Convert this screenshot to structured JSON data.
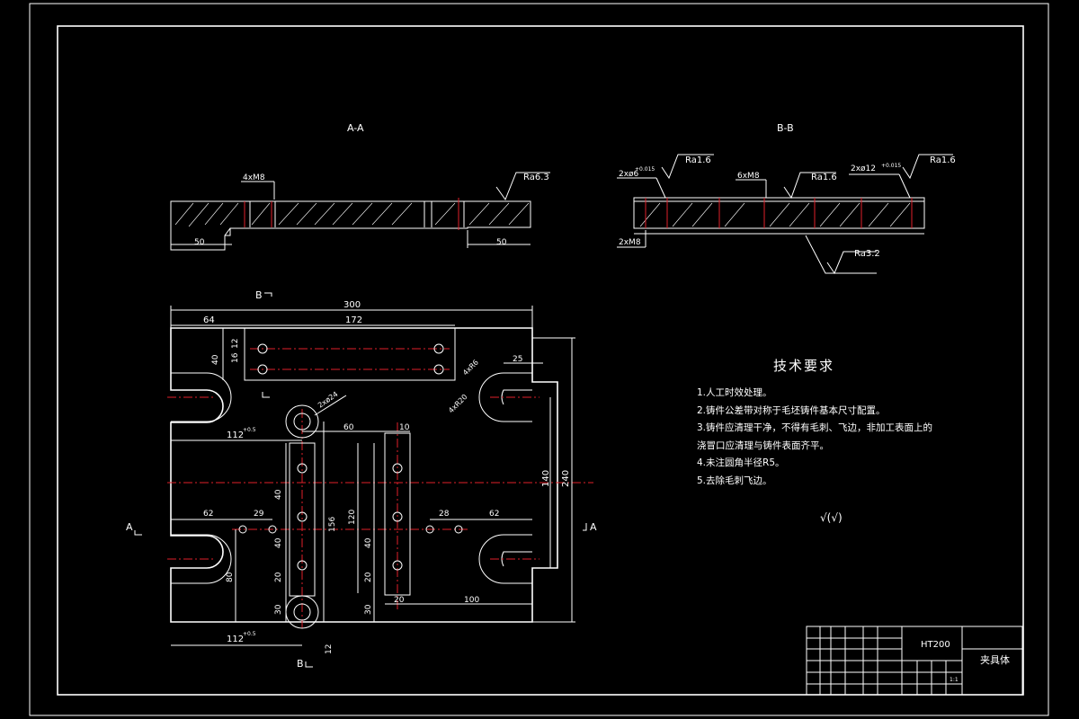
{
  "sections": {
    "aa_label": "A-A",
    "bb_label": "B-B",
    "cut_a_left": "A",
    "cut_a_right": "A",
    "cut_b_top": "B",
    "cut_b_bottom": "B"
  },
  "section_aa": {
    "hole_note": "4xM8",
    "roughness": "Ra6.3",
    "dim_left": "50",
    "dim_right": "50"
  },
  "section_bb": {
    "hole_note_1": "2xø6",
    "hole_tol_1": "+0.015",
    "roughness_1": "Ra1.6",
    "hole_note_2": "6xM8",
    "roughness_2": "Ra1.6",
    "hole_note_3": "2xø12",
    "hole_tol_3": "+0.015",
    "roughness_3": "Ra1.6",
    "bottom_note": "2xM8",
    "roughness_4": "Ra3.2"
  },
  "plan_view": {
    "dims": {
      "overall_width": "300",
      "left_offset": "64",
      "slot_length": "172",
      "d40": "40",
      "d16": "16",
      "d12": "12",
      "d25": "25",
      "r4": "4xR20",
      "r5": "4xR6",
      "pin_holes": "2xø24",
      "d112_top": "112",
      "tol_112": "+0.5",
      "d60": "60",
      "d10": "10",
      "d62_left": "62",
      "d29": "29",
      "d28": "28",
      "d62_right": "62",
      "d40a": "40",
      "d40b": "40",
      "d20a": "20",
      "d30a": "30",
      "d156": "156",
      "d120": "120",
      "d40c": "40",
      "d20b": "20",
      "d30b": "30",
      "d20c": "20",
      "d100": "100",
      "d80": "80",
      "d140": "140",
      "d240": "240",
      "d112_bottom": "112",
      "d12_bottom": "12"
    }
  },
  "tech_requirements": {
    "title": "技术要求",
    "items": [
      "1.人工时效处理。",
      "2.铸件公差带对称于毛坯铸件基本尺寸配置。",
      "3.铸件应清理干净，不得有毛刺、飞边，非加工表面上的",
      "浇冒口应清理与铸件表面齐平。",
      "4.未注圆角半径R5。",
      "5.去除毛刺飞边。"
    ],
    "roughness_other": "√(√)"
  },
  "title_block": {
    "material": "HT200",
    "part_name": "夹具体",
    "scale": "1:1"
  }
}
